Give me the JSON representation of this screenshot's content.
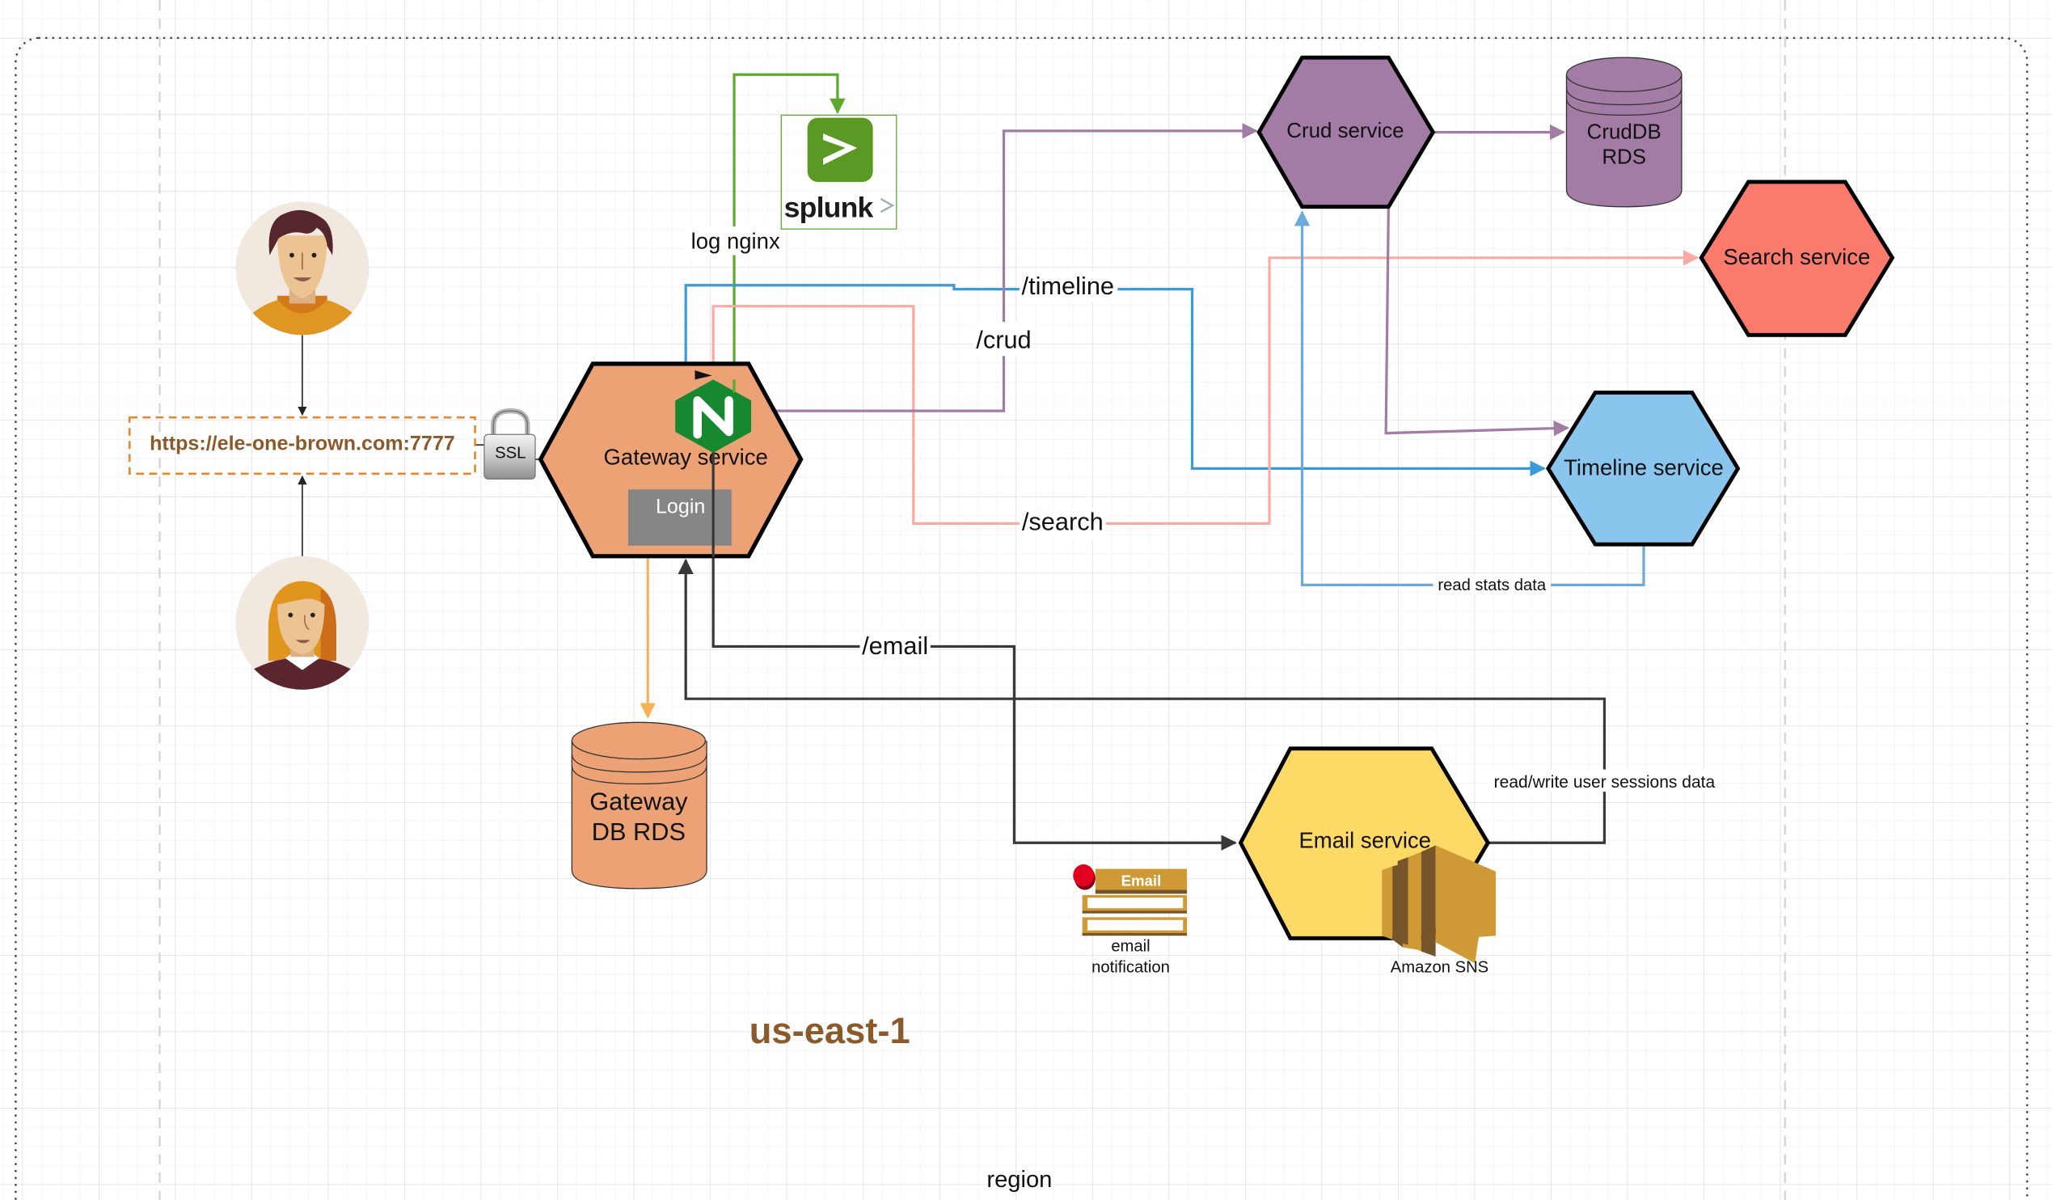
{
  "diagram": {
    "region": {
      "name": "us-east-1",
      "caption": "region",
      "name_color": "#8b5a2b"
    },
    "users": [
      {
        "id": "user-male",
        "icon": "male-avatar-icon"
      },
      {
        "id": "user-female",
        "icon": "female-avatar-icon"
      }
    ],
    "endpoint": {
      "url": "https://ele-one-brown.com:7777",
      "color": "#8b5a2b",
      "border_color": "#e8862a"
    },
    "ssl": {
      "label": "SSL",
      "icon": "padlock-icon"
    },
    "splunk": {
      "wordmark": "splunk",
      "icon": "splunk-logo-icon",
      "color": "#5a9a24"
    },
    "nginx": {
      "letter": "N",
      "icon": "nginx-logo-icon",
      "color": "#168930"
    },
    "services": {
      "gateway": {
        "label": "Gateway service",
        "color": "#eca274",
        "login_label": "Login",
        "login_color": "#868686"
      },
      "crud": {
        "label": "Crud service",
        "color": "#a27ca5"
      },
      "search": {
        "label": "Search service",
        "color": "#fa7a6c"
      },
      "timeline": {
        "label": "Timeline service",
        "color": "#89c5ec"
      },
      "email": {
        "label": "Email service",
        "color": "#fdd966"
      }
    },
    "databases": {
      "gateway_db": {
        "line1": "Gateway",
        "line2": "DB RDS",
        "color": "#eca274"
      },
      "crud_db": {
        "line1": "CrudDB",
        "line2": "RDS",
        "color": "#a27ca5"
      }
    },
    "edges": {
      "log_nginx": {
        "label": "log nginx",
        "color": "#5fa830"
      },
      "timeline": {
        "label": "/timeline",
        "color": "#3b9ad9"
      },
      "crud": {
        "label": "/crud",
        "color": "#a27ca5"
      },
      "search": {
        "label": "/search",
        "color": "#f9aba3"
      },
      "email": {
        "label": "/email",
        "color": "#383838"
      },
      "read_stats": {
        "label": "read stats data",
        "color": "#6ea9de"
      },
      "sessions": {
        "label": "read/write user sessions data",
        "color": "#383838"
      },
      "gateway_db": {
        "color": "#f8b155"
      }
    },
    "email_notification": {
      "badge": "Email",
      "line1": "email",
      "line2": "notification",
      "icon": "email-form-icon"
    },
    "sns": {
      "label": "Amazon SNS",
      "icon": "amazon-sns-icon"
    }
  }
}
